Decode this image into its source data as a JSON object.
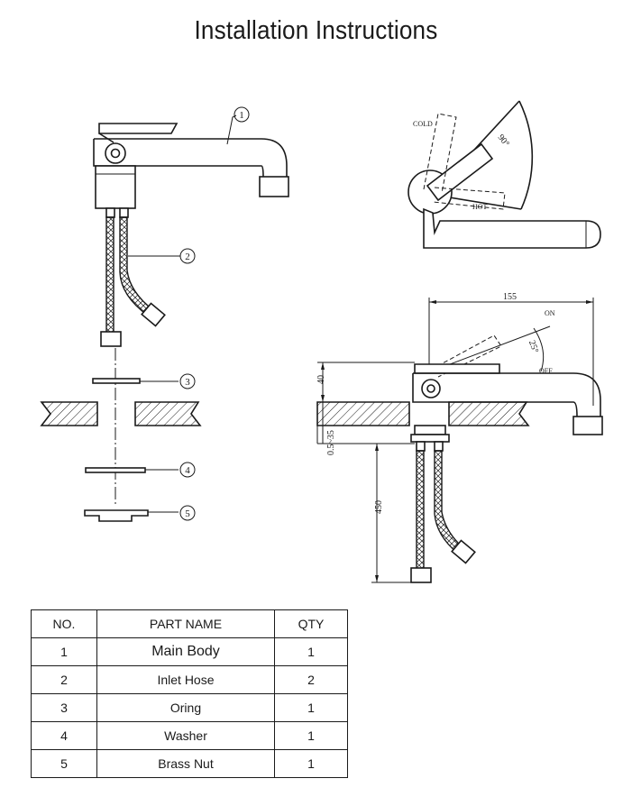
{
  "title": "Installation Instructions",
  "callouts": [
    "1",
    "2",
    "3",
    "4",
    "5"
  ],
  "diagram_labels": {
    "cold": "COLD",
    "hot": "HOT",
    "angle_rotation": "90°",
    "on": "ON",
    "off": "OFF",
    "angle_lever": "25°",
    "dim_reach": "155",
    "dim_height": "40",
    "dim_thickness": "0.5~35",
    "dim_hose": "450"
  },
  "table": {
    "headers": [
      "NO.",
      "PART NAME",
      "QTY"
    ],
    "rows": [
      [
        "1",
        "Main Body",
        "1"
      ],
      [
        "2",
        "Inlet Hose",
        "2"
      ],
      [
        "3",
        "Oring",
        "1"
      ],
      [
        "4",
        "Washer",
        "1"
      ],
      [
        "5",
        "Brass Nut",
        "1"
      ]
    ]
  }
}
